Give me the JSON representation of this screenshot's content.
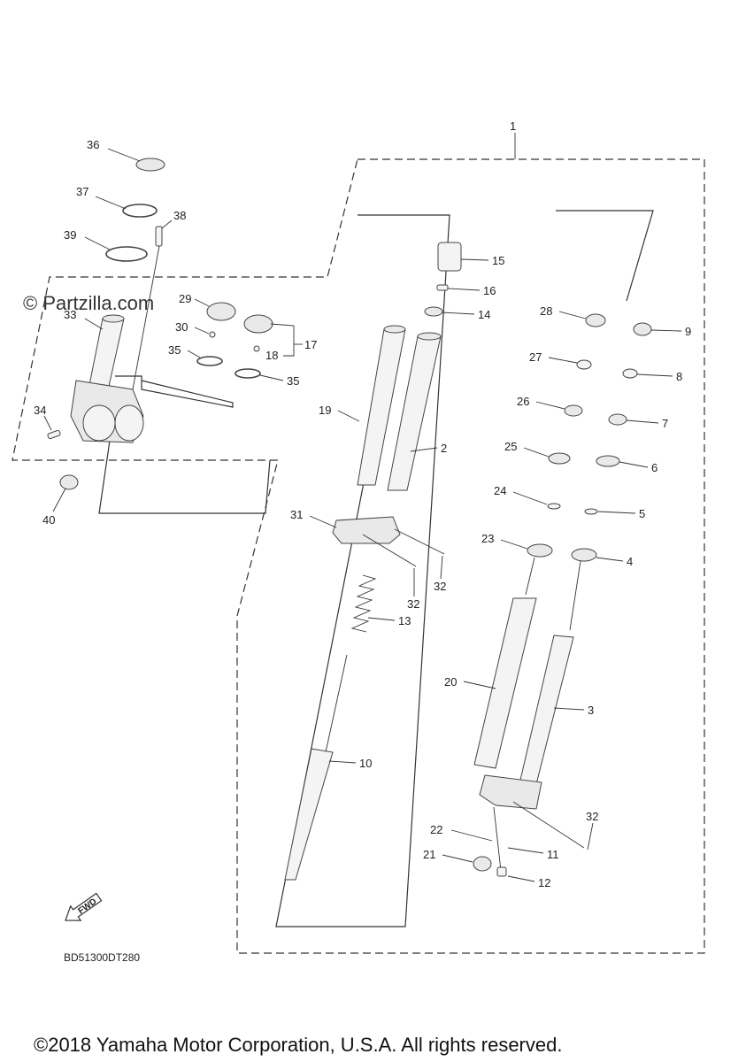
{
  "watermark": "© Partzilla.com",
  "diagram_code": "BD51300DT280",
  "copyright": "©2018 Yamaha Motor Corporation, U.S.A. All rights reserved.",
  "fwd_label": "FWD",
  "callouts": {
    "c1": "1",
    "c2": "2",
    "c3": "3",
    "c4": "4",
    "c5": "5",
    "c6": "6",
    "c7": "7",
    "c8": "8",
    "c9": "9",
    "c10": "10",
    "c11": "11",
    "c12": "12",
    "c13": "13",
    "c14": "14",
    "c15": "15",
    "c16": "16",
    "c17": "17",
    "c18": "18",
    "c19": "19",
    "c20": "20",
    "c21": "21",
    "c22": "22",
    "c23": "23",
    "c24": "24",
    "c25": "25",
    "c26": "26",
    "c27": "27",
    "c28": "28",
    "c29": "29",
    "c30": "30",
    "c31": "31",
    "c32a": "32",
    "c32b": "32",
    "c32c": "32",
    "c33": "33",
    "c34": "34",
    "c35a": "35",
    "c35b": "35",
    "c36": "36",
    "c37": "37",
    "c38": "38",
    "c39": "39",
    "c40": "40"
  }
}
